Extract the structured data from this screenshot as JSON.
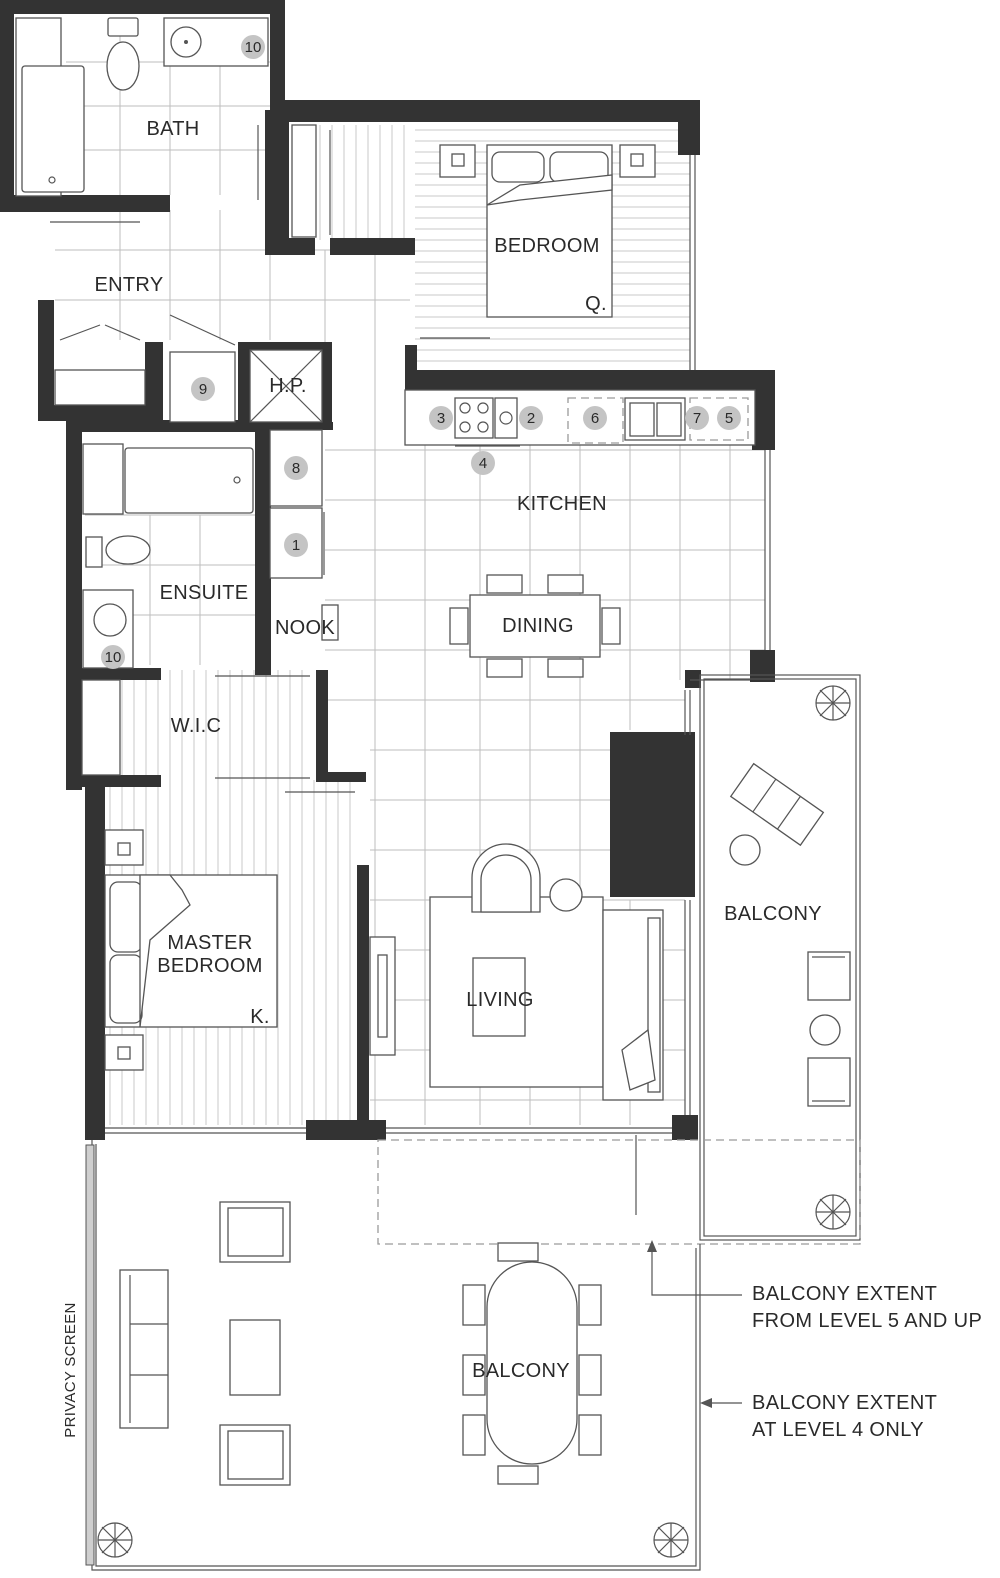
{
  "rooms": {
    "bath": "BATH",
    "bedroom": "BEDROOM",
    "bedroom_bed": "Q.",
    "entry": "ENTRY",
    "hp": "H.P.",
    "kitchen": "KITCHEN",
    "ensuite": "ENSUITE",
    "nook": "NOOK",
    "dining": "DINING",
    "wic": "W.I.C",
    "master_line1": "MASTER",
    "master_line2": "BEDROOM",
    "master_bed": "K.",
    "living": "LIVING",
    "balcony_upper": "BALCONY",
    "balcony_lower": "BALCONY",
    "privacy_screen": "PRIVACY SCREEN"
  },
  "appliance_keys": {
    "k1": "1",
    "k2": "2",
    "k3": "3",
    "k4": "4",
    "k5": "5",
    "k6": "6",
    "k7": "7",
    "k8": "8",
    "k9": "9",
    "k10_bath": "10",
    "k10_ensuite": "10"
  },
  "notes": {
    "extent_upper_line1": "BALCONY EXTENT",
    "extent_upper_line2": "FROM LEVEL 5 AND UP",
    "extent_lower_line1": "BALCONY EXTENT",
    "extent_lower_line2": "AT LEVEL 4 ONLY"
  },
  "colors": {
    "wall": "#333333",
    "badge": "#c4c4c4",
    "line": "#555555"
  }
}
